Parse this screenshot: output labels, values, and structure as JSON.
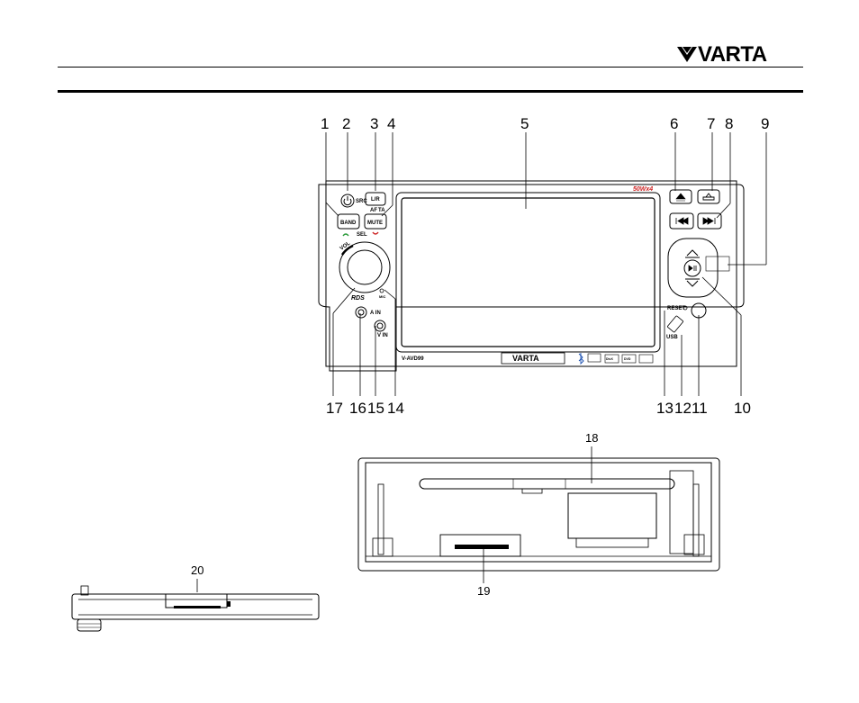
{
  "brand": {
    "name": "VARTA"
  },
  "callouts_top": [
    "1",
    "2",
    "3",
    "4",
    "5",
    "6",
    "7",
    "8",
    "9"
  ],
  "callouts_bottom": [
    "17",
    "16",
    "15",
    "14",
    "13",
    "12",
    "11",
    "10"
  ],
  "callouts_mech": {
    "c18": "18",
    "c19": "19",
    "c20": "20"
  },
  "panel": {
    "model": "V-AVD99",
    "power_tag": "50Wx4",
    "brand_label": "VARTA",
    "btn_src": "SRC",
    "btn_lr": "L/R",
    "af": "AF",
    "ta": "TA",
    "btn_band": "BAND",
    "btn_mute": "MUTE",
    "sel": "SEL",
    "vol": "VOL",
    "rds": "RDS",
    "mic": "MIC",
    "a_in": "A IN",
    "v_in": "V IN",
    "reset": "RESET",
    "usb": "USB",
    "logos": [
      "DivX",
      "DVD"
    ]
  }
}
